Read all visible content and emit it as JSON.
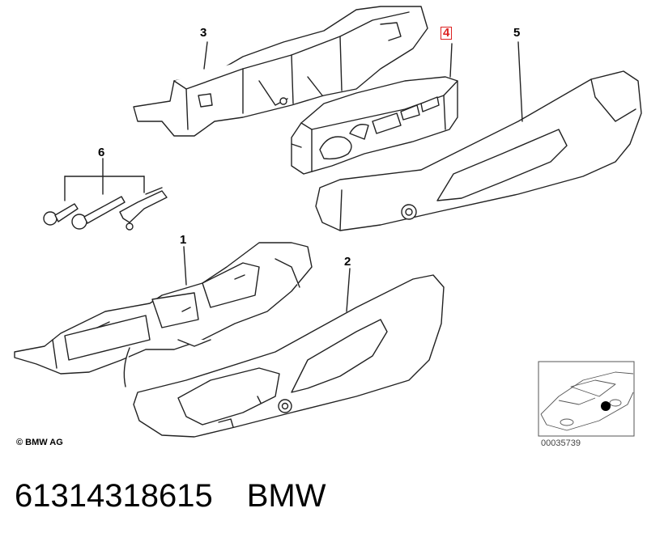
{
  "callouts": {
    "c1": "1",
    "c2": "2",
    "c3": "3",
    "c4": "4",
    "c5": "5",
    "c6": "6"
  },
  "copyright": "© BMW AG",
  "reference_number": "00035739",
  "part_number": "61314318615",
  "brand": "BMW",
  "colors": {
    "line": "#222222",
    "highlight": "#dd2222",
    "marker": "#000000"
  }
}
